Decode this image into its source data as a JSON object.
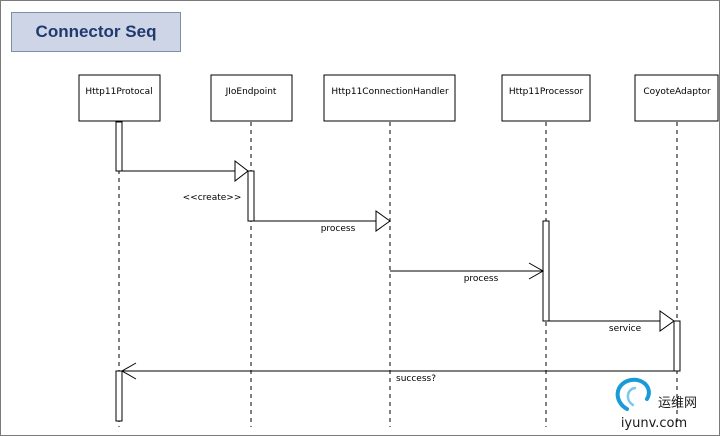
{
  "diagram": {
    "title": "Connector Seq",
    "lifelines": [
      {
        "name": "Http11Protocal"
      },
      {
        "name": "JIoEndpoint"
      },
      {
        "name": "Http11ConnectionHandler"
      },
      {
        "name": "Http11Processor"
      },
      {
        "name": "CoyoteAdaptor"
      }
    ],
    "messages": [
      {
        "label": ""
      },
      {
        "label": "<<create>>"
      },
      {
        "label": "process"
      },
      {
        "label": "process"
      },
      {
        "label": "service"
      },
      {
        "label": "success?"
      }
    ]
  },
  "watermark": {
    "chinese": "运维网",
    "domain": "iyunv.com"
  }
}
